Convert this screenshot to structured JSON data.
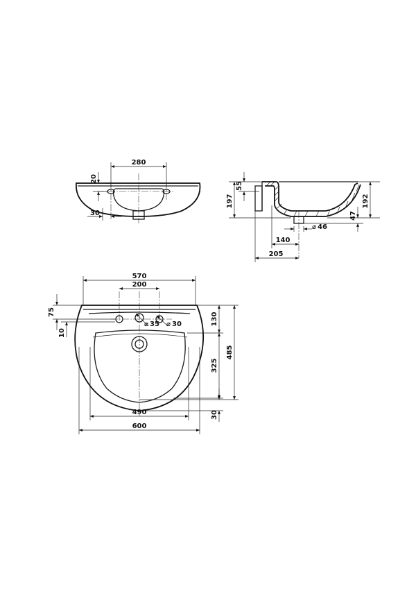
{
  "top_view": {
    "width_between_holes": "280",
    "hole_depth": "20",
    "hole_offset": "30"
  },
  "side_view": {
    "rim_height": "55",
    "total_height": "197",
    "front_height": "192",
    "waste_height": "47",
    "waste_diameter": "46",
    "waste_distance": "140",
    "depth": "205"
  },
  "front_view": {
    "inner_width": "570",
    "tap_spacing": "200",
    "rim_offset": "75",
    "hole_vertical_offset": "10",
    "tap_hole_diameter": "35",
    "side_hole_diameter": "30",
    "bowl_start": "130",
    "bowl_depth": "325",
    "total_depth": "485",
    "bowl_width": "490",
    "front_margin": "30",
    "total_width": "600"
  },
  "symbols": {
    "diameter": "⌀"
  }
}
